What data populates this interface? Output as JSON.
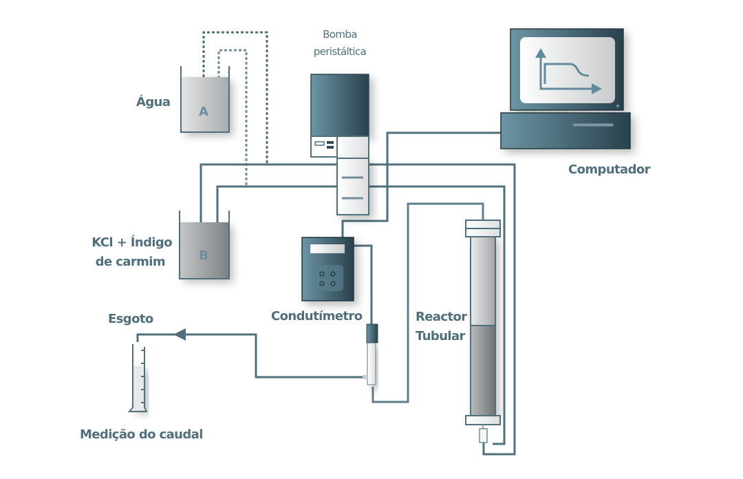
{
  "diagram": {
    "type": "experimental-setup",
    "labels": {
      "water": "Água",
      "tank_a_letter": "A",
      "kcl": "KCl + Índigo",
      "kcl_line2": "de carmim",
      "tank_b_letter": "B",
      "pump_line1": "Bomba",
      "pump_line2": "peristáltica",
      "computer": "Computador",
      "conductimeter": "Condutímetro",
      "reactor_line1": "Reactor",
      "reactor_line2": "Tubular",
      "sewer": "Esgoto",
      "flow_measure": "Medição do caudal"
    },
    "colors": {
      "line": "#4f6f7d",
      "device_dark": "#2f4a56",
      "device_light": "#6d95a5",
      "text": "#4f6f7d"
    }
  }
}
